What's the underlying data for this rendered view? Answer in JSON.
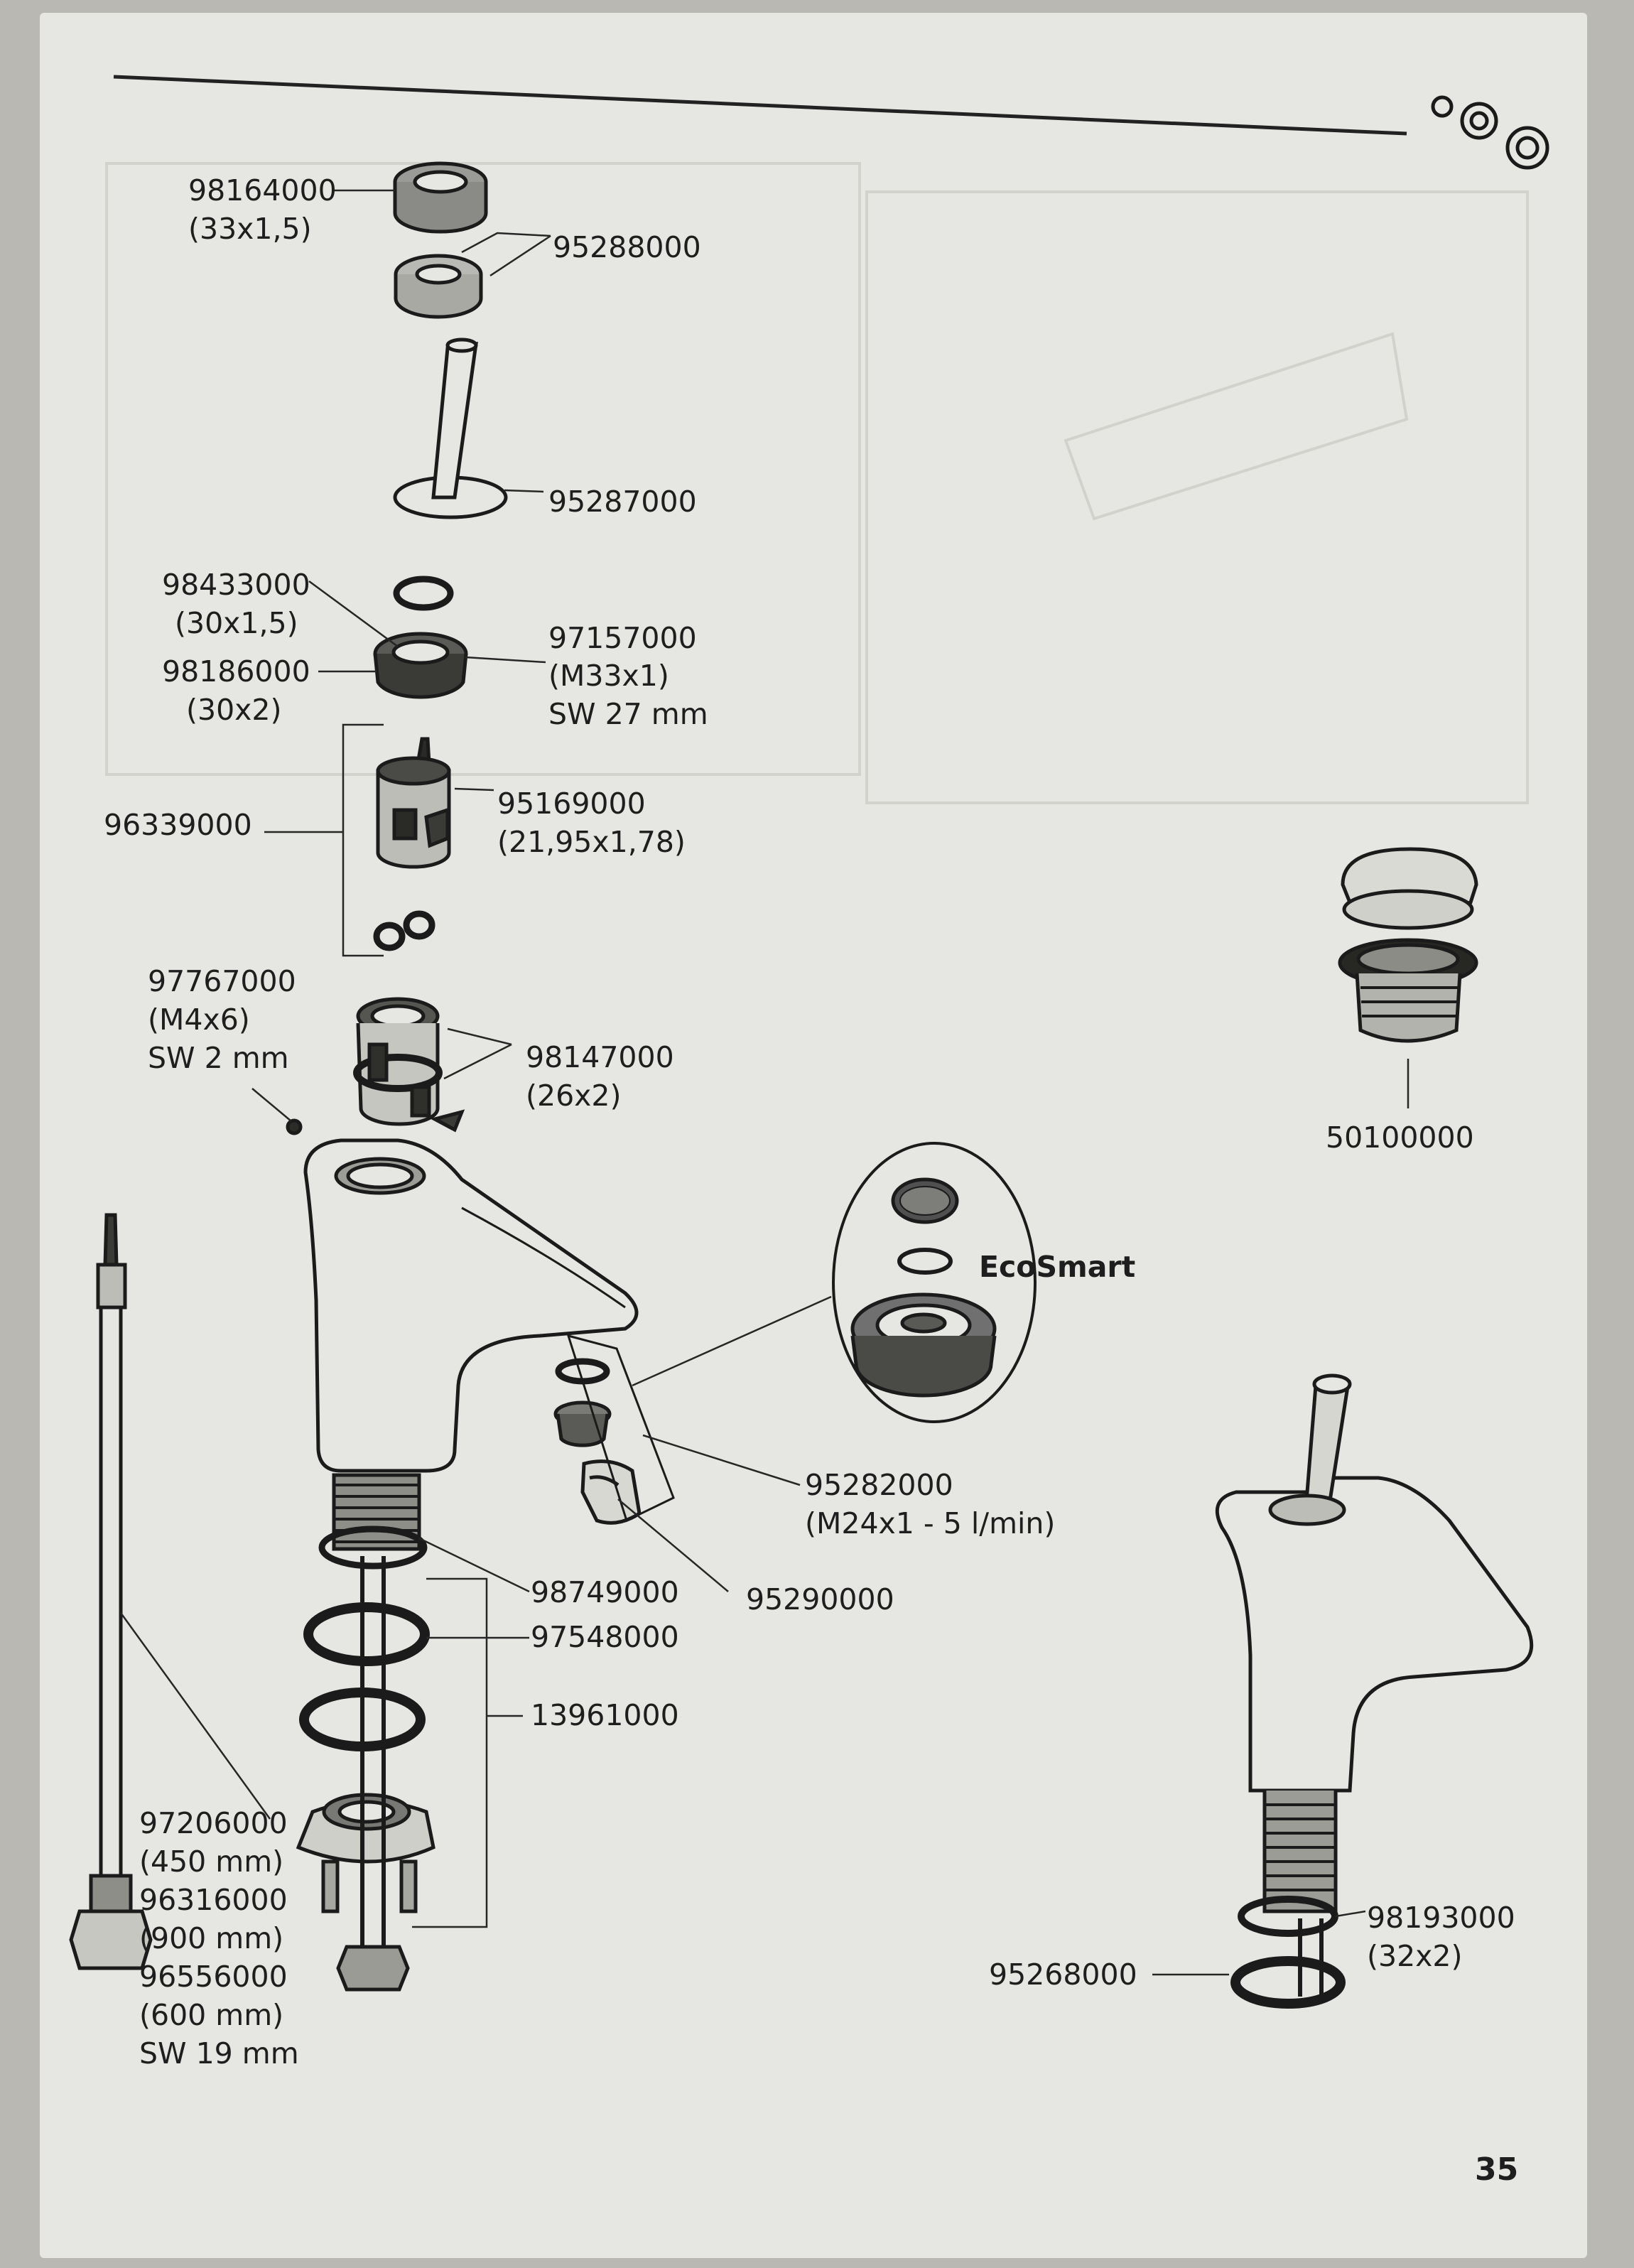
{
  "page_number": "35",
  "ecosmart_label": "EcoSmart",
  "parts": {
    "p98164000": [
      "98164000",
      "(33x1,5)"
    ],
    "p95288000": [
      "95288000"
    ],
    "p95287000": [
      "95287000"
    ],
    "p98433000": [
      "98433000",
      "(30x1,5)"
    ],
    "p98186000": [
      "98186000",
      "(30x2)"
    ],
    "p97157000": [
      "97157000",
      "(M33x1)",
      "SW 27 mm"
    ],
    "p96339000": [
      "96339000"
    ],
    "p95169000": [
      "95169000",
      "(21,95x1,78)"
    ],
    "p97767000": [
      "97767000",
      "(M4x6)",
      "SW 2 mm"
    ],
    "p98147000": [
      "98147000",
      "(26x2)"
    ],
    "p50100000": [
      "50100000"
    ],
    "p95282000": [
      "95282000",
      "(M24x1 - 5 l/min)"
    ],
    "p95290000": [
      "95290000"
    ],
    "p98749000": [
      "98749000"
    ],
    "p97548000": [
      "97548000"
    ],
    "p13961000": [
      "13961000"
    ],
    "p97206000": [
      "97206000",
      "(450 mm)",
      "96316000",
      "(900 mm)",
      "96556000",
      "(600 mm)",
      "SW 19 mm"
    ],
    "p98193000": [
      "98193000",
      "(32x2)"
    ],
    "p95268000": [
      "95268000"
    ]
  }
}
